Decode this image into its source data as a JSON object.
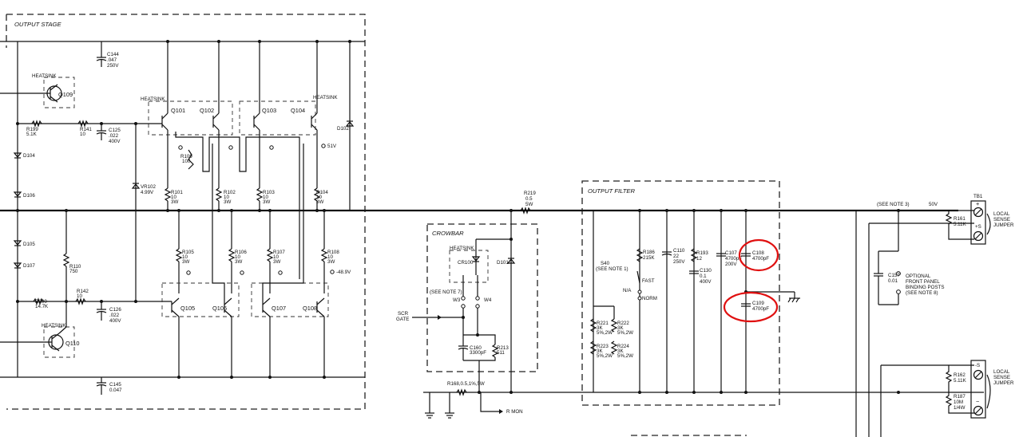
{
  "sections": {
    "output_stage": "OUTPUT STAGE",
    "crowbar": "CROWBAR",
    "output_filter": "OUTPUT FILTER"
  },
  "transistors": {
    "q109": "Q109",
    "q110": "Q110",
    "q101": "Q101",
    "q102": "Q102",
    "q103": "Q103",
    "q104": "Q104",
    "q105": "Q105",
    "q106": "Q106",
    "q107": "Q107",
    "q108": "Q108"
  },
  "labels": {
    "heatsink": "HEATSINK",
    "c144": [
      "C144",
      ".047",
      "250V"
    ],
    "c125": [
      "C125",
      ".022",
      "400V"
    ],
    "c126": [
      "C126",
      ".022",
      "400V"
    ],
    "c145": [
      "C145",
      "0.047"
    ],
    "r199": [
      "R199",
      "5.1K"
    ],
    "r141": [
      "R141",
      "10"
    ],
    "r142": [
      "R142",
      "10"
    ],
    "r200": [
      "R200",
      "14.7K"
    ],
    "r110": [
      "R110",
      "750"
    ],
    "r109": [
      "R109",
      "100"
    ],
    "vr102": [
      "VR102",
      "4.99V"
    ],
    "d102": "D102",
    "d104": "D104",
    "d106": "D106",
    "d105": "D105",
    "d107": "D107",
    "v51": "51V",
    "vm489": "-48.9V",
    "r101": [
      "R101",
      "10",
      "3W"
    ],
    "r102": [
      "R102",
      "10",
      "3W"
    ],
    "r103": [
      "R103",
      "10",
      "3W"
    ],
    "r104": [
      "R104",
      "10",
      "3W"
    ],
    "r105": [
      "R105",
      "10",
      "3W"
    ],
    "r106": [
      "R106",
      "10",
      "3W"
    ],
    "r107": [
      "R107",
      "10",
      "3W"
    ],
    "r108": [
      "R108",
      "10",
      "3W"
    ],
    "r219": [
      "R219",
      "0.5",
      "5W"
    ],
    "cr100": "CR100",
    "d101": "D101",
    "see_note_7": "(SEE NOTE 7)",
    "w3": "W3",
    "w4": "W4",
    "scr_gate": [
      "SCR",
      "GATE"
    ],
    "c160": [
      "C160",
      "3300pF"
    ],
    "r213": [
      "R213",
      "511"
    ],
    "r168": "R168,0.5,1%,5W",
    "r_mon": "R MON",
    "s40": [
      "S40",
      "(SEE NOTE 1)"
    ],
    "fast": "FAST",
    "norm": "NORM",
    "na": "N/A",
    "r186": [
      "R186",
      "215K"
    ],
    "c110": [
      "C110",
      "22",
      "250V"
    ],
    "r193": [
      "R193",
      "12"
    ],
    "c130": [
      "C130",
      "0.1",
      "400V"
    ],
    "c107": [
      "C107",
      "4700pF",
      "200V"
    ],
    "c108": [
      "C108",
      "4700pF"
    ],
    "c109": [
      "C109",
      "4700pF"
    ],
    "r221": [
      "R221",
      "3K",
      "5%,2W"
    ],
    "r222": [
      "R222",
      "3K",
      "5%,2W"
    ],
    "r223": [
      "R223",
      "3K",
      "5%,2W"
    ],
    "r224": [
      "R224",
      "3K",
      "5%,2W"
    ],
    "see_note_3": "(SEE NOTE 3)",
    "v50": "50V",
    "tb1": "TB1",
    "plus": "+",
    "plus_s": "+S",
    "minus_s": "-S",
    "minus": "−",
    "r161": [
      "R161",
      "5.11K"
    ],
    "r162": [
      "R162",
      "5.11K"
    ],
    "r187": [
      "R187",
      "10M",
      "1/4W"
    ],
    "c157": [
      "C157",
      "0.01"
    ],
    "optional_binding": [
      "OPTIONAL",
      "FRONT PANEL",
      "BINDING POSTS",
      "(SEE NOTE 8)"
    ],
    "local_sense_top": [
      "LOCAL",
      "SENSE",
      "JUMPER"
    ],
    "local_sense_bottom": [
      "LOCAL",
      "SENSE",
      "JUMPER"
    ]
  },
  "highlight_color": "#e01010"
}
